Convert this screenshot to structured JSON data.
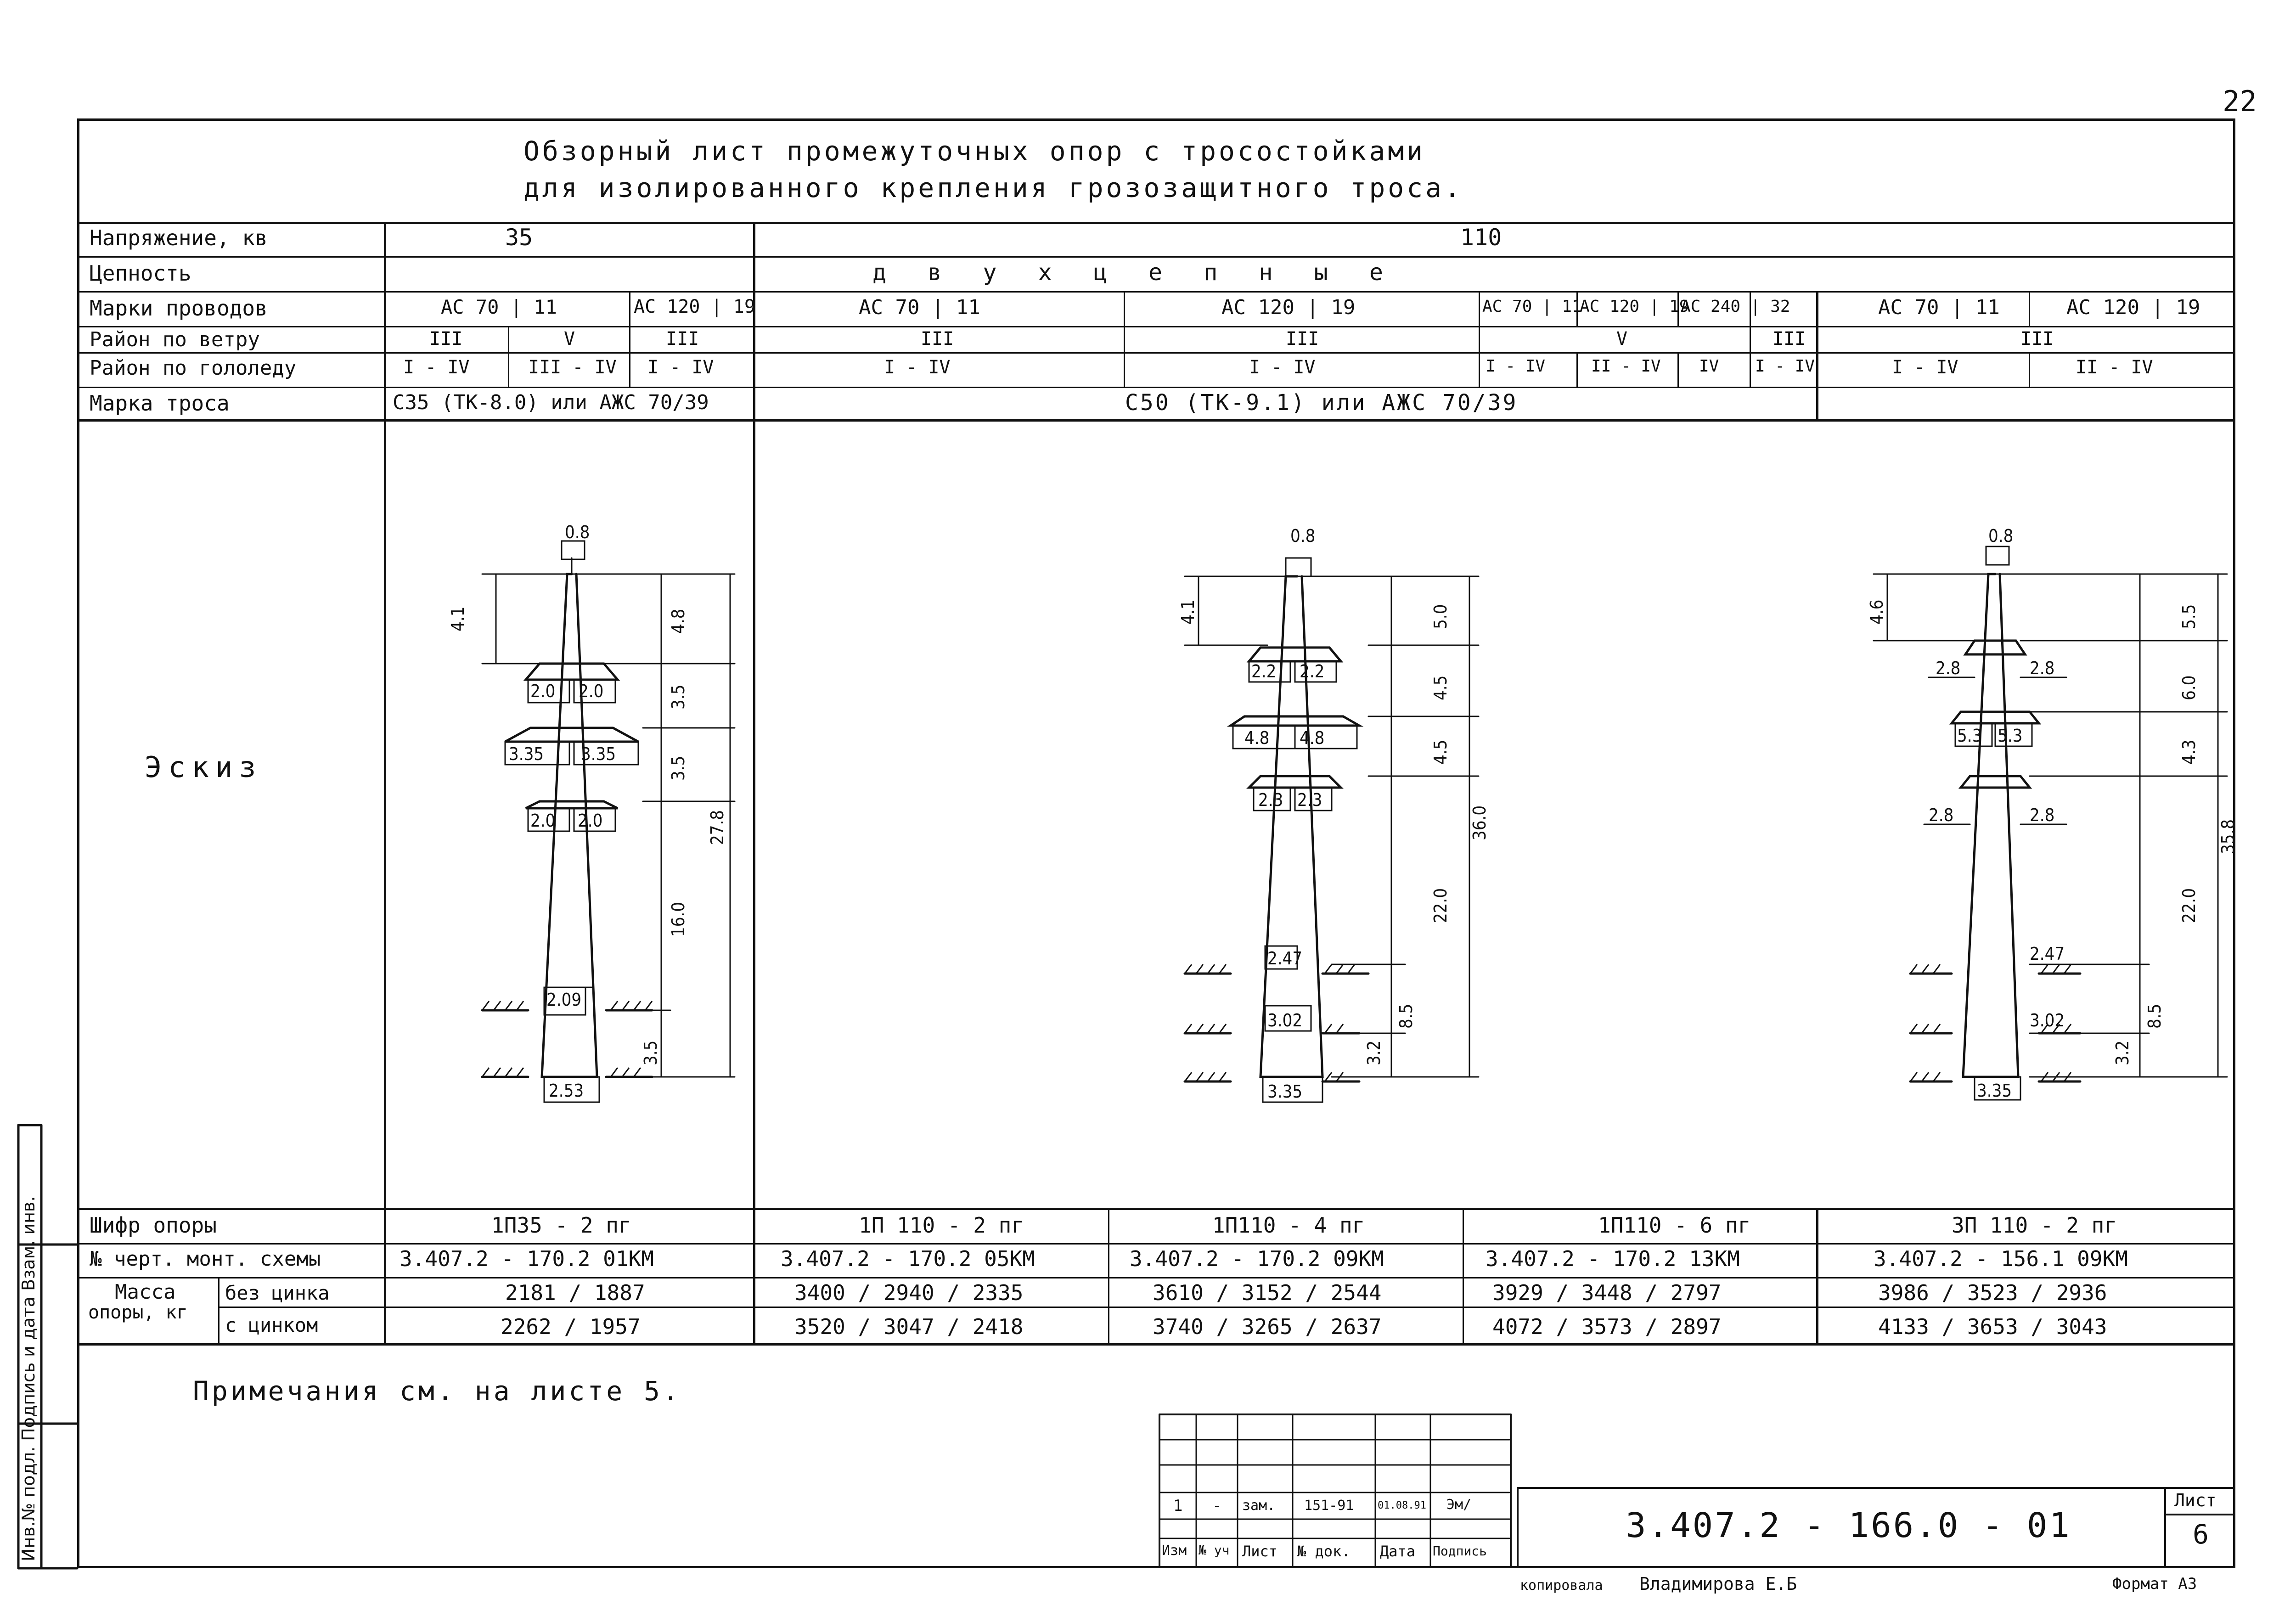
{
  "page_number": "22",
  "title": {
    "line1": "Обзорный лист промежуточных опор с тросостойками",
    "line2": "для изолированного крепления грозозащитного троса."
  },
  "rows": {
    "voltage": {
      "label": "Напряжение, кв",
      "v35": "35",
      "v110": "110"
    },
    "circuits": {
      "label": "Цепность",
      "value": "д в у х ц е п н ы е"
    },
    "wire_grade": {
      "label": "Марки проводов",
      "cells": [
        "АС 70 | 11",
        "АС 120 | 19",
        "АС 70 | 11",
        "АС 120 | 19",
        "АС 70 | 11",
        "АС 120 | 19",
        "АС 240 | 32",
        "АС 70 | 11",
        "АС 120 | 19"
      ]
    },
    "wind_region": {
      "label": "Район по ветру",
      "cells": [
        "III",
        "V",
        "III",
        "III",
        "III",
        "V",
        "III",
        "III"
      ]
    },
    "ice_region": {
      "label": "Район по гололеду",
      "cells": [
        "I - IV",
        "III - IV",
        "I - IV",
        "I - IV",
        "I - IV",
        "I - IV",
        "II - IV",
        "IV",
        "I - IV",
        "I - IV",
        "II - IV"
      ]
    },
    "cable_grade": {
      "label": "Марка троса",
      "v35": "С35 (ТК-8.0) или АЖС 70/39",
      "v110": "С50 (ТК-9.1) или АЖС 70/39"
    },
    "sketch": {
      "label": "Эскиз"
    },
    "code": {
      "label": "Шифр опоры",
      "cells": [
        "1П35 - 2 пг",
        "1П 110 - 2 пг",
        "1П110 - 4 пг",
        "1П110 - 6 пг",
        "3П 110 - 2 пг"
      ]
    },
    "drawing": {
      "label": "№ черт. монт. схемы",
      "cells": [
        "3.407.2 - 170.2   01КМ",
        "3.407.2 - 170.2   05КМ",
        "3.407.2 - 170.2   09КМ",
        "3.407.2 - 170.2   13КМ",
        "3.407.2 - 156.1   09КМ"
      ]
    },
    "mass": {
      "label_a": "Масса",
      "label_b": "опоры, кг",
      "no_zinc": "без цинка",
      "zinc": "с цинком",
      "no_zinc_cells": [
        "2181 / 1887",
        "3400 / 2940 / 2335",
        "3610 / 3152 / 2544",
        "3929 / 3448 / 2797",
        "3986 / 3523 / 2936"
      ],
      "zinc_cells": [
        "2262 / 1957",
        "3520 / 3047 / 2418",
        "3740 / 3265 / 2637",
        "4072 / 3573 / 2897",
        "4133 / 3653 / 3043"
      ]
    }
  },
  "note": "Примечания см. на листе 5.",
  "sketch_dims": {
    "t1": {
      "top": "0.8",
      "peak": "4.1",
      "d1": "4.8",
      "d2": "3.5",
      "d3": "3.5",
      "d4": "16.0",
      "total": "27.8",
      "base": "3.5",
      "arm1": "2.0",
      "arm2": "3.35",
      "arm3": "2.0",
      "mid": "2.09",
      "bottom": "2.53"
    },
    "t2": {
      "top": "0.8",
      "peak": "4.1",
      "d1": "5.0",
      "d2": "4.5",
      "d3": "4.5",
      "d4": "22.0",
      "total": "36.0",
      "g1": "8.5",
      "g2": "3.2",
      "arm1": "2.2",
      "arm2": "4.8",
      "arm3": "2.3",
      "w1": "2.47",
      "w2": "3.02",
      "bottom": "3.35"
    },
    "t3": {
      "top": "0.8",
      "peak": "4.6",
      "d1": "5.5",
      "d2": "6.0",
      "d3": "4.3",
      "d4": "22.0",
      "total": "35.8",
      "g1": "8.5",
      "g2": "3.2",
      "arm1": "2.8",
      "arm2": "5.3",
      "arm3": "2.8",
      "w1": "2.47",
      "w2": "3.02",
      "bottom": "3.35"
    }
  },
  "stamp": {
    "rev_row": [
      "1",
      "-",
      "зам.",
      "151-91",
      "01.08.91",
      "Эм/"
    ],
    "headers": [
      "Изм",
      "№ уч",
      "Лист",
      "№ док.",
      "Дата",
      "Подпись"
    ],
    "doc_code": "3.407.2 - 166.0 - 01",
    "sheet_label": "Лист",
    "sheet_num": "6"
  },
  "side_stamp": "Инв.№ подл.  Подпись и дата  Взам. инв.",
  "footer": {
    "copied": "копировала",
    "name": "Владимирова Е.Б",
    "format": "Формат А3"
  }
}
